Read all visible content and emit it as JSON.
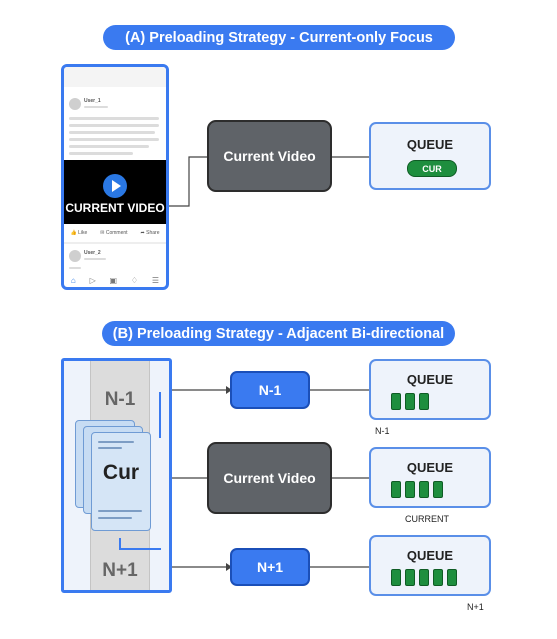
{
  "section_a": {
    "title": "(A) Preloading Strategy - Current-only Focus",
    "phone": {
      "post1_user": "User_1",
      "video_label": "CURRENT VIDEO",
      "actions": [
        "Like",
        "Comment",
        "Share"
      ],
      "post2_user": "User_2"
    },
    "current_box": "Current Video",
    "queue": {
      "title": "QUEUE",
      "badge": "CUR"
    }
  },
  "section_b": {
    "title": "(B) Preloading Strategy - Adjacent Bi-directional",
    "strip": {
      "prev": "N-1",
      "current": "Cur",
      "next": "N+1"
    },
    "prev_box": "N-1",
    "current_box": "Current Video",
    "next_box": "N+1",
    "queues": [
      {
        "title": "QUEUE",
        "slots": 3,
        "caption": "N-1"
      },
      {
        "title": "QUEUE",
        "slots": 4,
        "caption": "CURRENT"
      },
      {
        "title": "QUEUE",
        "slots": 5,
        "caption": "N+1"
      }
    ]
  },
  "colors": {
    "accent_blue": "#3a7af0",
    "dark_box": "#5f6368",
    "queue_green": "#1e8e3e",
    "queue_bg": "#eef3fb"
  }
}
